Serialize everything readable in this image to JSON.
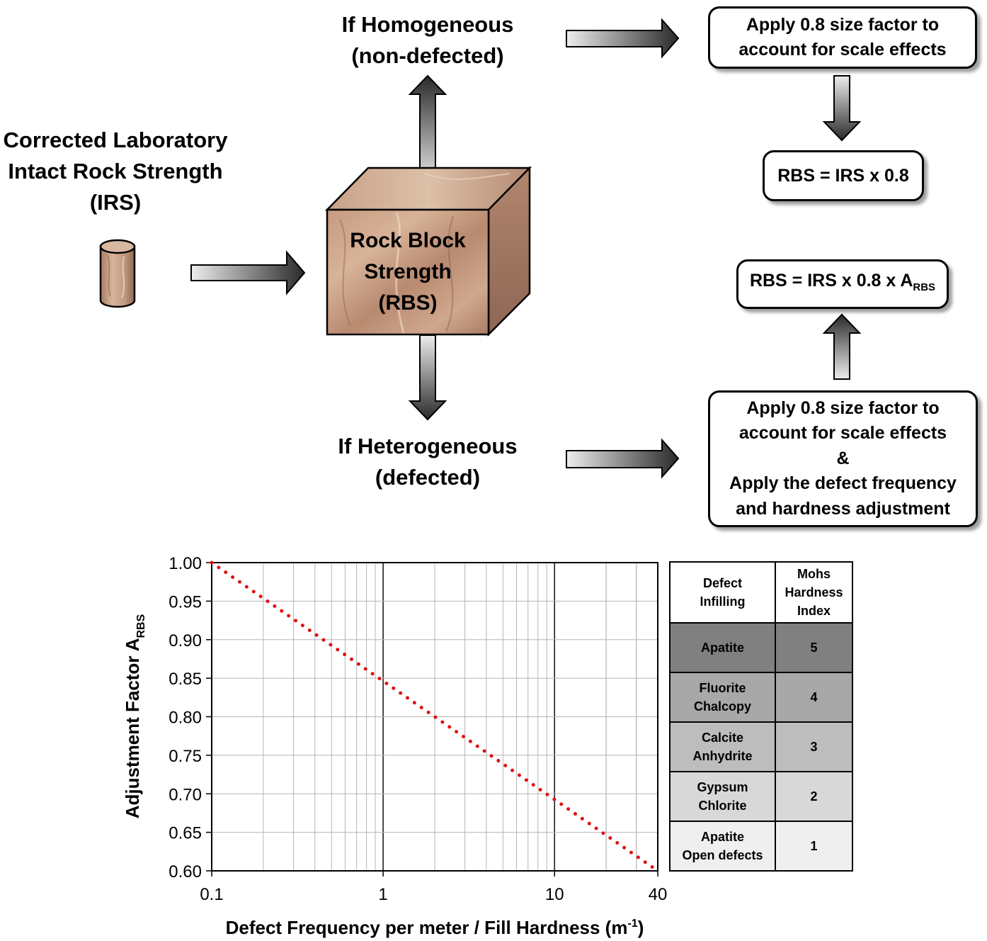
{
  "irs_label": {
    "line1": "Corrected Laboratory",
    "line2": "Intact Rock Strength",
    "line3": "(IRS)"
  },
  "rbs_label": {
    "line1": "Rock Block",
    "line2": "Strength",
    "line3": "(RBS)"
  },
  "homogeneous": {
    "line1": "If Homogeneous",
    "line2": "(non-defected)"
  },
  "heterogeneous": {
    "line1": "If Heterogeneous",
    "line2": "(defected)"
  },
  "box_top": {
    "line1": "Apply 0.8 size factor to",
    "line2": "account for scale effects"
  },
  "formula_top": "RBS = IRS x 0.8",
  "formula_bottom": {
    "text": "RBS = IRS x 0.8 x A",
    "subscript": "RBS"
  },
  "box_bottom": {
    "line1": "Apply 0.8 size factor to",
    "line2": "account for scale effects",
    "line3": "&",
    "line4": "Apply the defect frequency",
    "line5": "and hardness adjustment"
  },
  "colors": {
    "arrow_gradient_light": "#ededed",
    "arrow_gradient_dark": "#2a2a2a",
    "rock": "#c9a188",
    "trend_line": "#e01010",
    "hardness_5": "#808080",
    "hardness_4": "#a8a8a8",
    "hardness_3": "#bdbdbd",
    "hardness_2": "#d8d8d8",
    "hardness_1": "#efefef"
  },
  "chart_data": {
    "type": "line",
    "x_scale": "log",
    "xlim": [
      0.1,
      40
    ],
    "ylim": [
      0.6,
      1.0
    ],
    "xticks": [
      "0.1",
      "1",
      "10",
      "40"
    ],
    "yticks": [
      "0.60",
      "0.65",
      "0.70",
      "0.75",
      "0.80",
      "0.85",
      "0.90",
      "0.95",
      "1.00"
    ],
    "xlabel": {
      "text": "Defect Frequency per meter / Fill Hardness (m",
      "sup": "-1",
      "end": ")"
    },
    "ylabel": {
      "text": "Adjustment  Factor A",
      "sub": "RBS"
    },
    "grid": true,
    "series": [
      {
        "style": "dotted",
        "x": [
          0.1,
          40
        ],
        "y": [
          1.0,
          0.6
        ]
      }
    ]
  },
  "table": {
    "headers": [
      {
        "line1": "Defect",
        "line2": "Infilling"
      },
      {
        "line1": "Mohs",
        "line2": "Hardness",
        "line3": "Index"
      }
    ],
    "rows": [
      {
        "line1": "Apatite",
        "line2": "",
        "index": "5"
      },
      {
        "line1": "Fluorite",
        "line2": "Chalcopy",
        "index": "4"
      },
      {
        "line1": "Calcite",
        "line2": "Anhydrite",
        "index": "3"
      },
      {
        "line1": "Gypsum",
        "line2": "Chlorite",
        "index": "2"
      },
      {
        "line1": "Apatite",
        "line2": "Open defects",
        "index": "1"
      }
    ]
  }
}
